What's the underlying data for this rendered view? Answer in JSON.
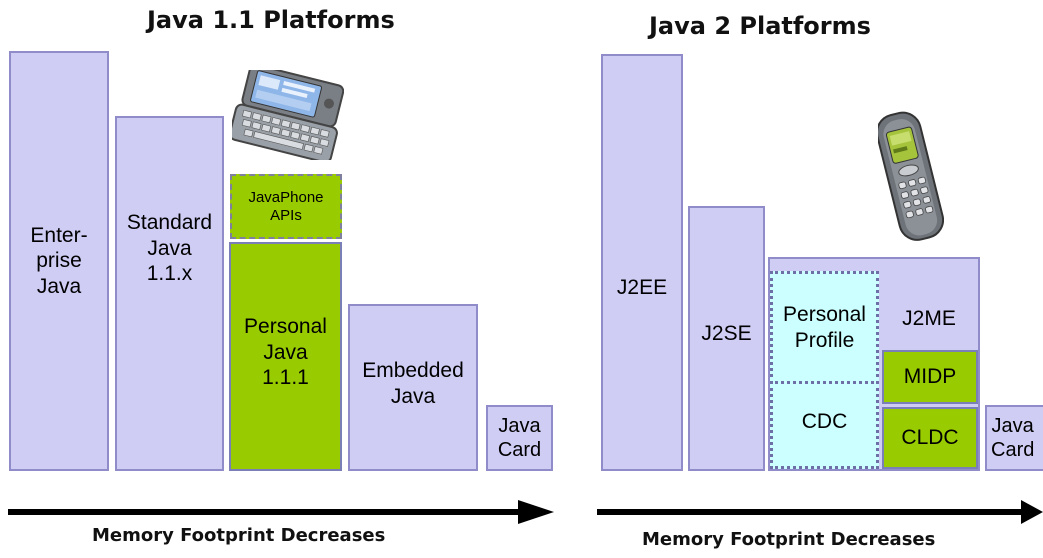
{
  "left": {
    "title": "Java 1.1 Platforms",
    "boxes": {
      "enterprise": "Enter-\nprise\nJava",
      "standard": "Standard\nJava\n1.1.x",
      "javaphone": "JavaPhone\nAPIs",
      "personal": "Personal\nJava\n1.1.1",
      "embedded": "Embedded\nJava",
      "javacard": "Java\nCard"
    },
    "caption": "Memory Footprint Decreases"
  },
  "right": {
    "title": "Java 2 Platforms",
    "boxes": {
      "j2ee": "J2EE",
      "j2se": "J2SE",
      "j2me": "J2ME",
      "personal_profile": "Personal\nProfile",
      "cdc": "CDC",
      "midp": "MIDP",
      "cldc": "CLDC",
      "javacard": "Java\nCard"
    },
    "caption": "Memory Footprint Decreases"
  },
  "colors": {
    "platform_box": "#cfcdf4",
    "green_box": "#99cc00",
    "cdc_box": "#ccffff",
    "arrow": "#000000"
  },
  "icons": {
    "communicator": "communicator-device-icon",
    "phone": "mobile-phone-icon"
  }
}
